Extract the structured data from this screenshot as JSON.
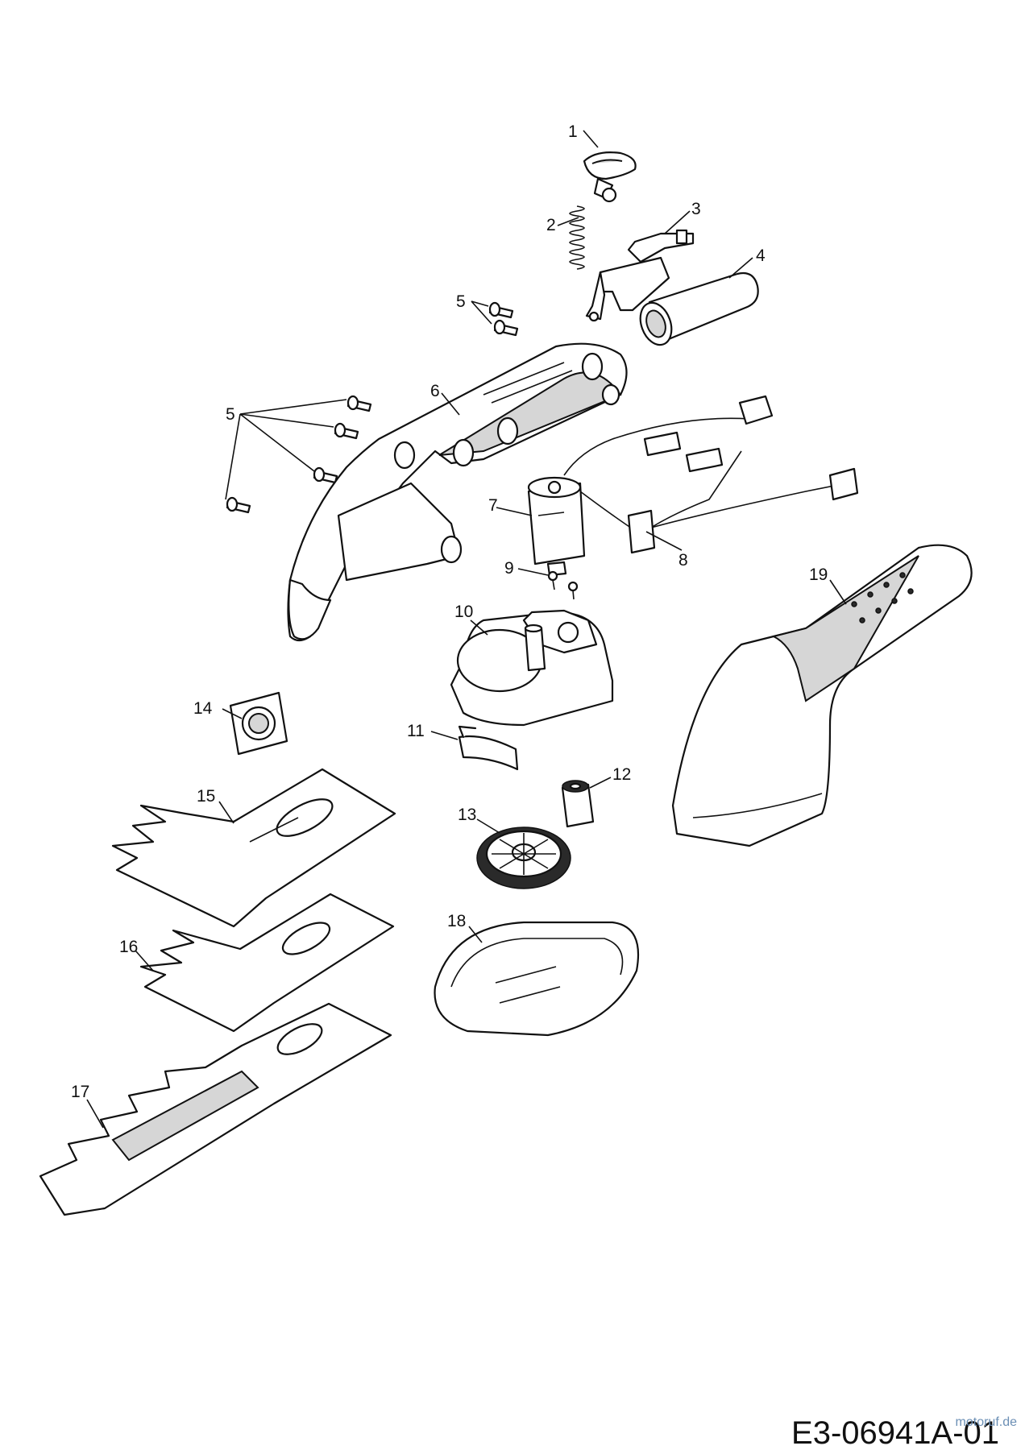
{
  "diagram": {
    "drawing_code": "E3-06941A-01",
    "watermark": "motoruf.de",
    "callouts": [
      "1",
      "2",
      "3",
      "4",
      "5",
      "5",
      "6",
      "7",
      "8",
      "9",
      "10",
      "11",
      "12",
      "13",
      "14",
      "15",
      "16",
      "17",
      "18",
      "19"
    ]
  }
}
